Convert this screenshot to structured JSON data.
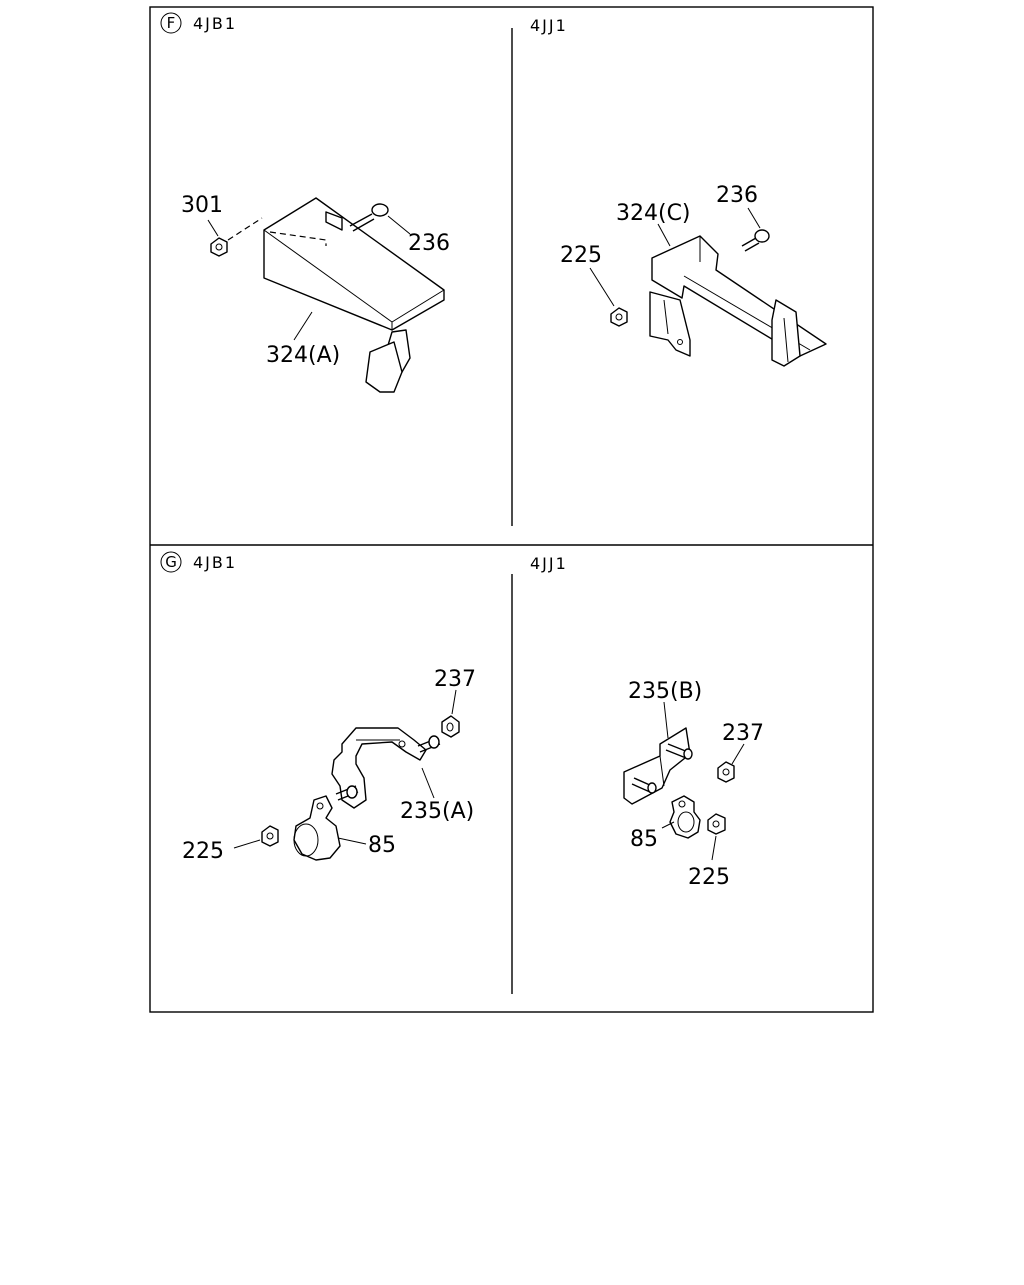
{
  "panels": {
    "F": {
      "marker": "F",
      "left_header": "4JB1",
      "right_header": "4JJ1",
      "left_labels": {
        "nut": "301",
        "bolt": "236",
        "bracket": "324(A)"
      },
      "right_labels": {
        "bracket": "324(C)",
        "bolt": "236",
        "nut": "225"
      }
    },
    "G": {
      "marker": "G",
      "left_header": "4JB1",
      "right_header": "4JJ1",
      "left_labels": {
        "nut_top": "237",
        "bracket": "235(A)",
        "nut_left": "225",
        "clip": "85"
      },
      "right_labels": {
        "bracket": "235(B)",
        "nut_top": "237",
        "clip": "85",
        "nut_bottom": "225"
      }
    }
  }
}
